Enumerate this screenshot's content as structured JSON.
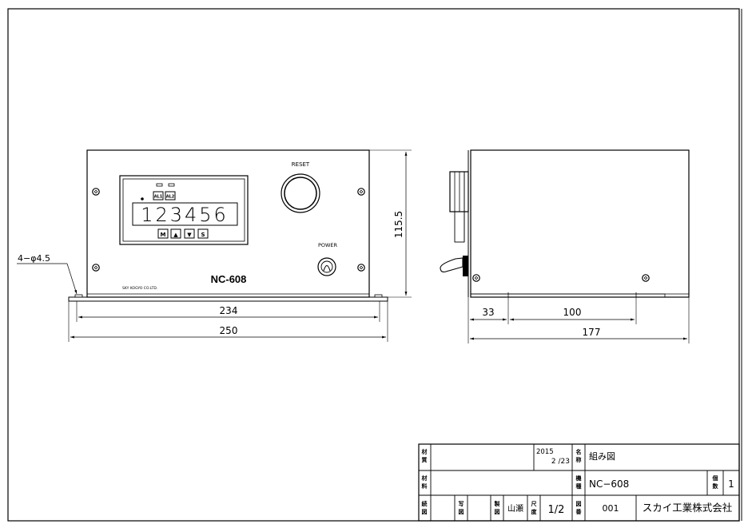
{
  "front_view": {
    "display_digits": "123456",
    "alarm_labels": [
      "AL1",
      "AL2"
    ],
    "key_labels": [
      "M",
      "▲",
      "▼",
      "S"
    ],
    "reset_label": "RESET",
    "power_label": "POWER",
    "model_label": "NC-608",
    "maker_label": "SKY KOGYO CO.LTD."
  },
  "dimensions": {
    "front_width_inner": "234",
    "front_width_outer": "250",
    "front_height": "115.5",
    "holes": "4−φ4.5",
    "side_offset": "33",
    "side_pitch": "100",
    "side_depth": "177"
  },
  "title_block": {
    "material_label_1": "材\n質",
    "material_label_2": "材\n料",
    "date_year": "2015",
    "date_day": "2 /23",
    "name_label": "名\n称",
    "name_value": "組み図",
    "model_label": "機\n種",
    "model_value": "NC−608",
    "qty_label": "個\n数",
    "qty_value": "1",
    "cont_label": "続\n図",
    "copy_label": "写\n図",
    "drawn_label": "製\n図",
    "drawn_value": "山瀬",
    "scale_label": "尺\n度",
    "scale_value": "1/2",
    "drawing_no_label": "図\n番",
    "drawing_no_value": "001",
    "company": "スカイ工業株式会社"
  }
}
